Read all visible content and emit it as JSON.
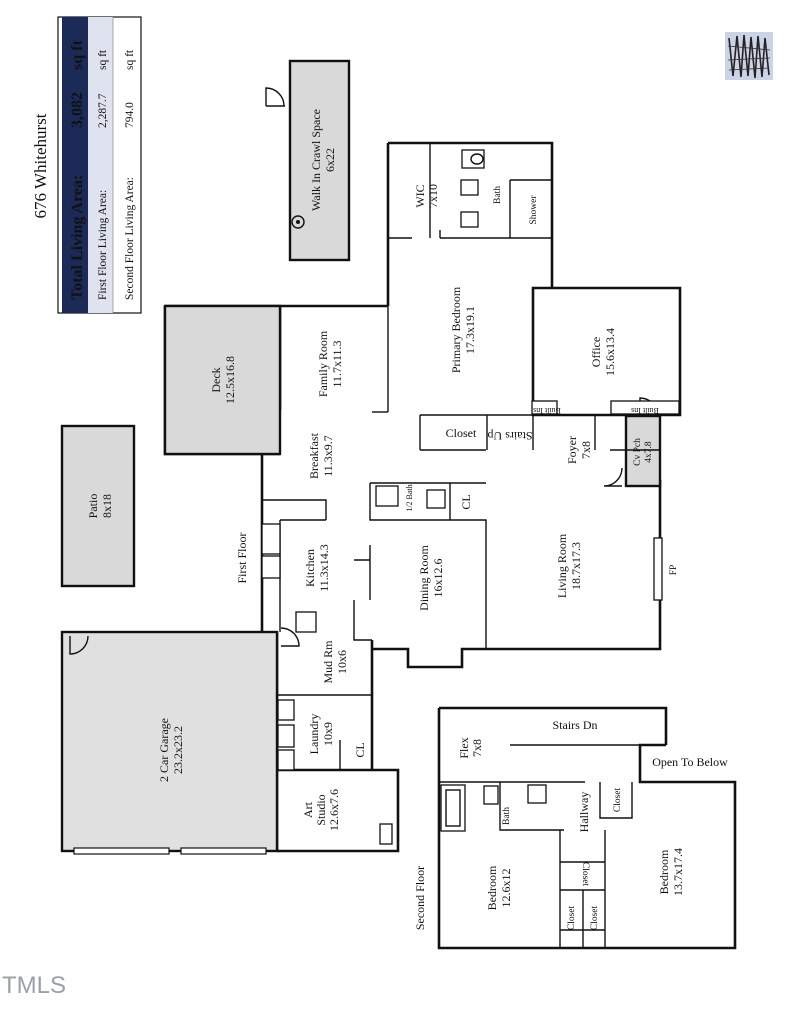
{
  "legend": {
    "address": "676 Whitehurst",
    "total_label": "Total Living Area:",
    "total_value": "3,082",
    "total_unit": "sq ft",
    "first_label": "First Floor Living Area:",
    "first_value": "2,287.7",
    "first_unit": "sq ft",
    "second_label": "Second Floor Living Area:",
    "second_value": "794.0",
    "second_unit": "sq ft"
  },
  "floors": {
    "first": "First Floor",
    "second": "Second Floor"
  },
  "rooms": {
    "crawl": {
      "name": "Walk In Crawl Space",
      "dim": "6x22"
    },
    "wic": {
      "name": "WIC",
      "dim": "7x10"
    },
    "bath": {
      "name": "Bath"
    },
    "shower": {
      "name": "Shower"
    },
    "primary": {
      "name": "Primary Bedroom",
      "dim": "17.3x19.1"
    },
    "office": {
      "name": "Office",
      "dim": "15.6x13.4"
    },
    "builtin1": {
      "name": "Built Ins"
    },
    "builtin2": {
      "name": "Built Ins"
    },
    "closet_main": {
      "name": "Closet"
    },
    "stairs_up": {
      "name": "Stairs Up"
    },
    "foyer": {
      "name": "Foyer",
      "dim": "7x8"
    },
    "cvpch": {
      "name": "Cv Pch",
      "dim": "4x7.8"
    },
    "deck": {
      "name": "Deck",
      "dim": "12.5x16.8"
    },
    "family": {
      "name": "Family Room",
      "dim": "11.7x11.3"
    },
    "breakfast": {
      "name": "Breakfast",
      "dim": "11.3x9.7"
    },
    "halfbath": {
      "name": "1/2 Bath"
    },
    "cl1": {
      "name": "CL"
    },
    "patio": {
      "name": "Patio",
      "dim": "8x18"
    },
    "kitchen": {
      "name": "Kitchen",
      "dim": "11.3x14.3"
    },
    "dining": {
      "name": "Dining Room",
      "dim": "16x12.6"
    },
    "living": {
      "name": "Living Room",
      "dim": "18.7x17.3"
    },
    "fp": {
      "name": "FP"
    },
    "mudrm": {
      "name": "Mud Rm",
      "dim": "10x6"
    },
    "garage": {
      "name": "2 Car Garage",
      "dim": "23.2x23.2"
    },
    "laundry": {
      "name": "Laundry",
      "dim": "10x9"
    },
    "cl2": {
      "name": "CL"
    },
    "art": {
      "name": "Art Studio",
      "name_a": "Art",
      "name_b": "Studio",
      "dim": "12.6x7.6"
    },
    "flex": {
      "name": "Flex",
      "dim": "7x8"
    },
    "stairs_dn": {
      "name": "Stairs Dn"
    },
    "open_below": {
      "name": "Open To Below"
    },
    "bath2": {
      "name": "Bath"
    },
    "hallway": {
      "name": "Hallway"
    },
    "closet_a": {
      "name": "Closet"
    },
    "closet_b": {
      "name": "Closet"
    },
    "closet_c": {
      "name": "Closet"
    },
    "closet_d": {
      "name": "Closet"
    },
    "bed1": {
      "name": "Bedroom",
      "dim": "12.6x12"
    },
    "bed2": {
      "name": "Bedroom",
      "dim": "13.7x17.4"
    }
  },
  "footer": {
    "logo": "TMLS"
  },
  "colors": {
    "legend_bar": "#1c2a57",
    "legend_band": "#dfe3ef",
    "shade": "#d9d9d9",
    "walls": "#111111"
  }
}
